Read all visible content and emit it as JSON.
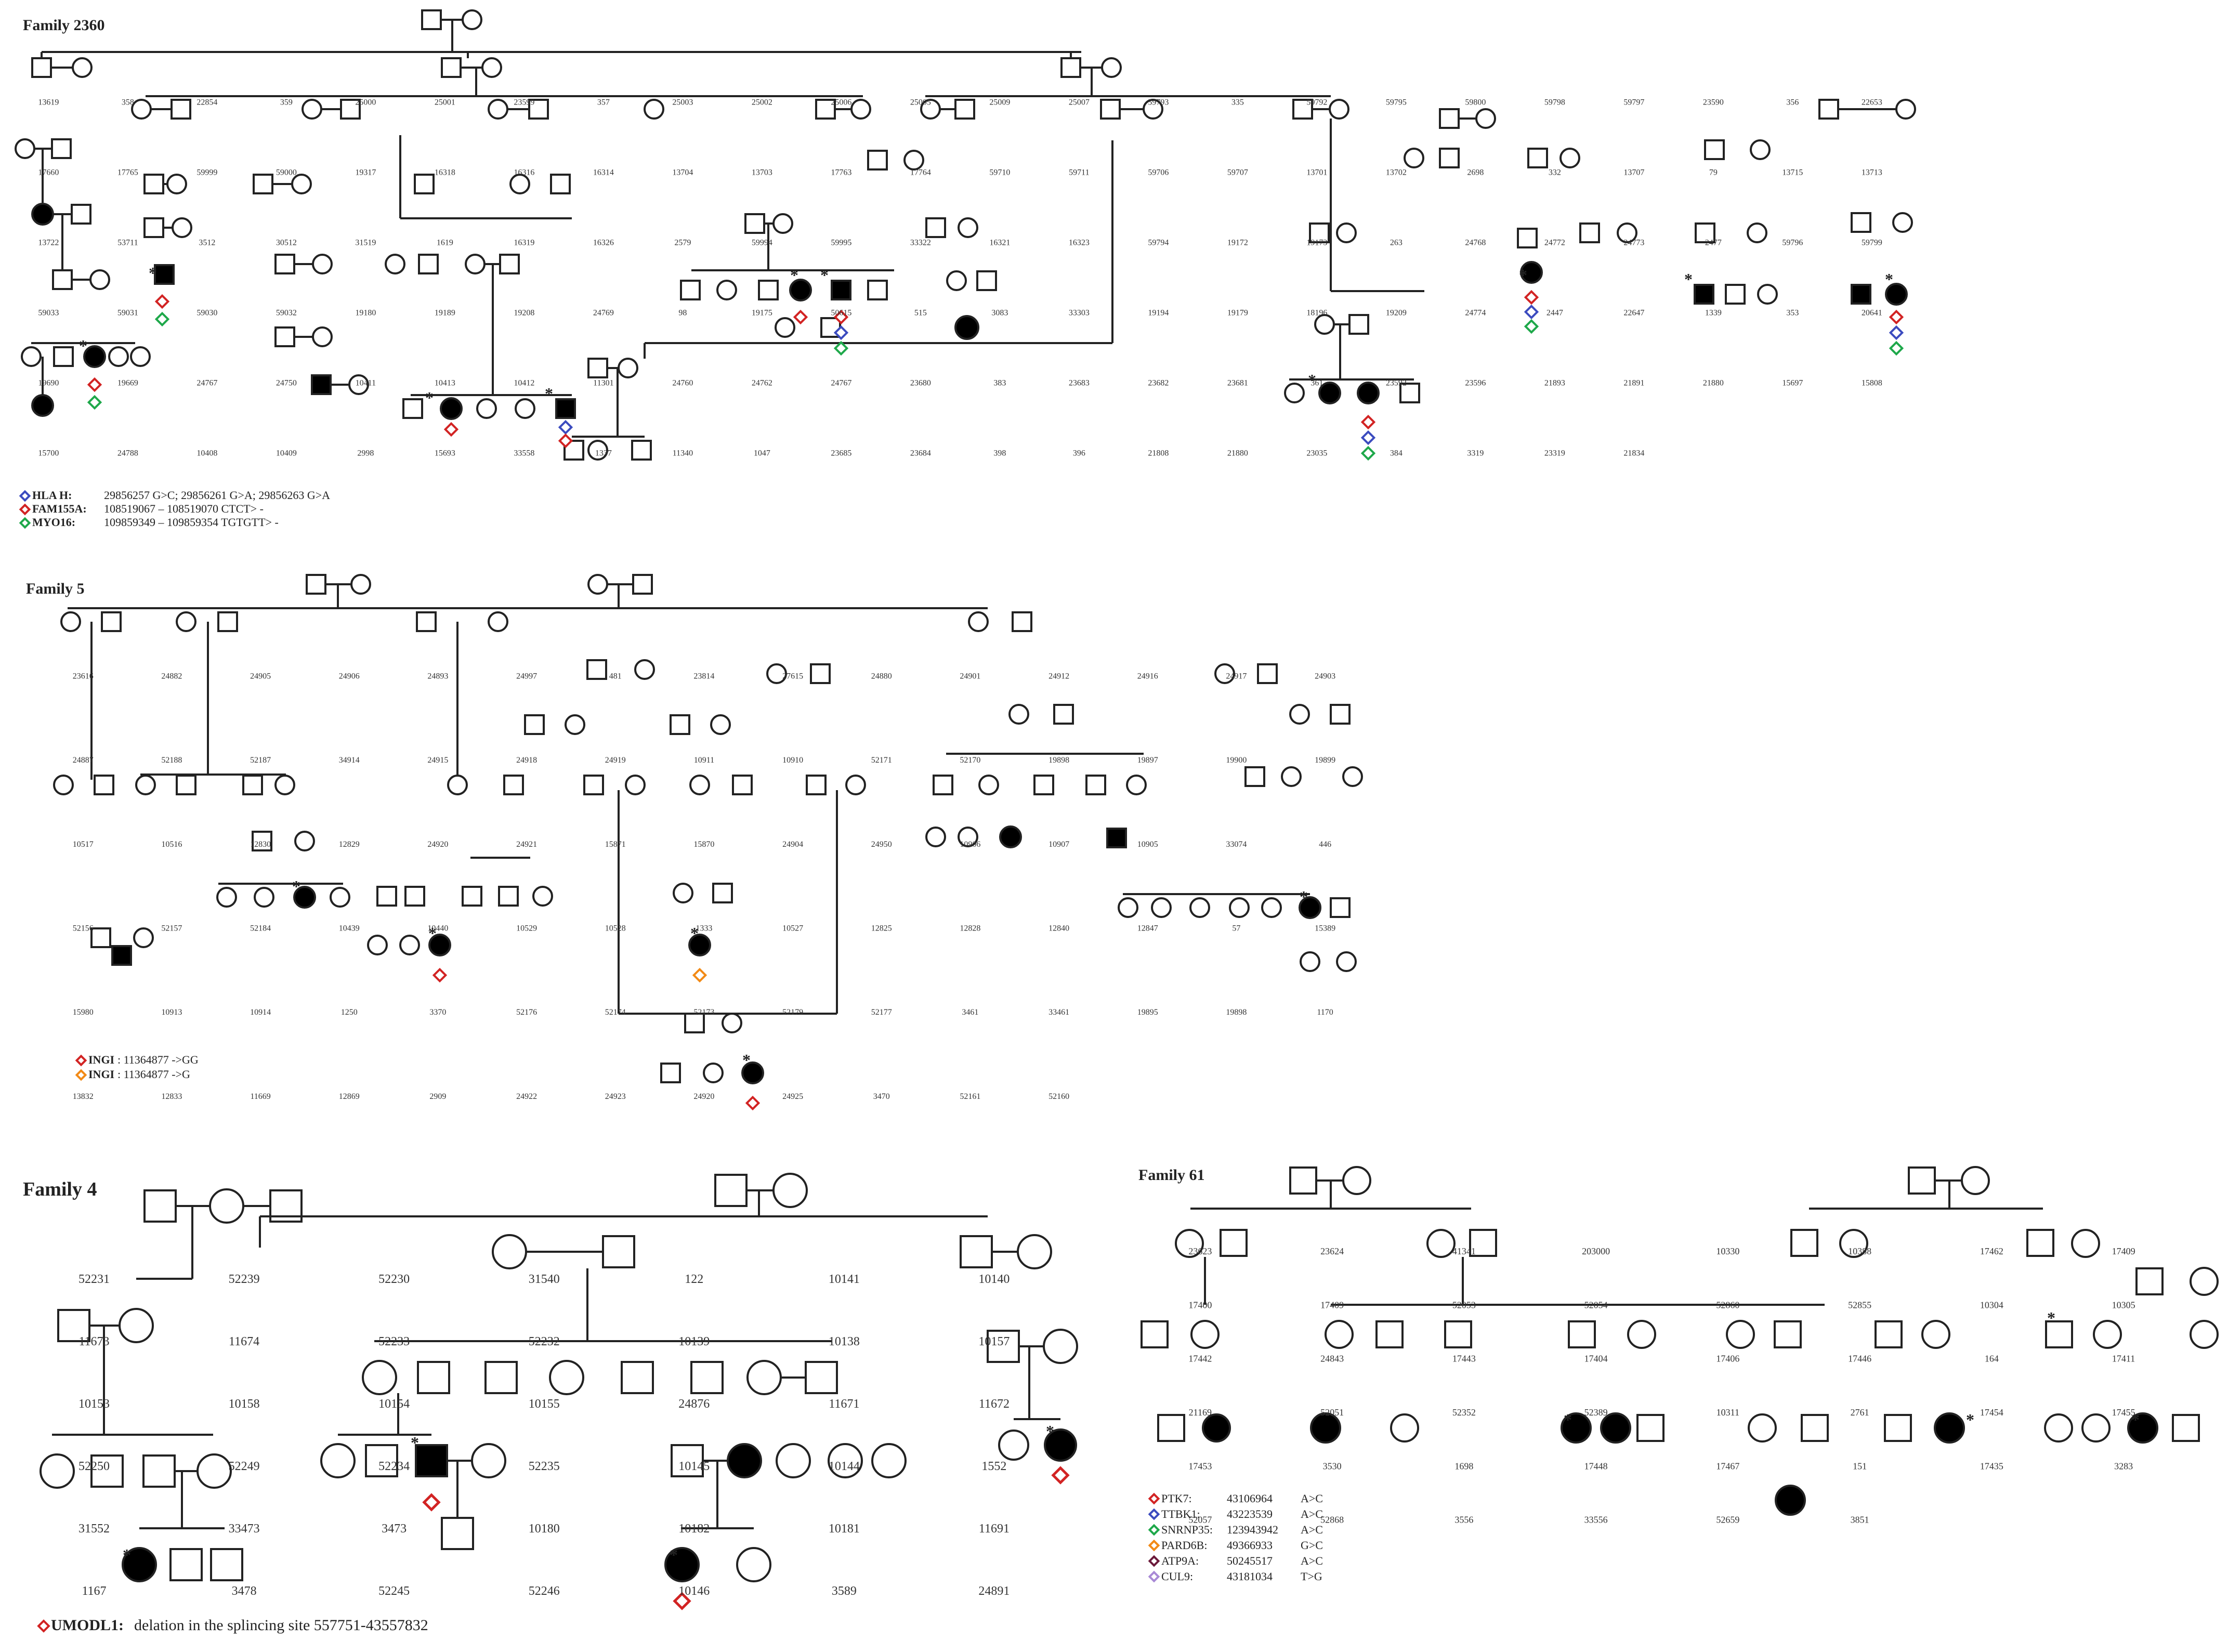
{
  "panels": [
    {
      "title": "Family 2360",
      "visible_ids": [
        "13619",
        "358",
        "22854",
        "359",
        "25000",
        "25001",
        "23599",
        "357",
        "25003",
        "25002",
        "25006",
        "25005",
        "25009",
        "25007",
        "59793",
        "335",
        "59792",
        "59795",
        "59800",
        "59798",
        "59797",
        "23590",
        "356",
        "22653",
        "17660",
        "17765",
        "59999",
        "59000",
        "19317",
        "16318",
        "16316",
        "16314",
        "13704",
        "13703",
        "17763",
        "17764",
        "59710",
        "59711",
        "59706",
        "59707",
        "13701",
        "13702",
        "2698",
        "332",
        "13707",
        "79",
        "13715",
        "13713",
        "13722",
        "53711",
        "3512",
        "30512",
        "31519",
        "1619",
        "16319",
        "16326",
        "2579",
        "59994",
        "59995",
        "33322",
        "16321",
        "16323",
        "59794",
        "19172",
        "19173",
        "263",
        "24768",
        "24772",
        "24773",
        "2477",
        "59796",
        "59799",
        "59033",
        "59031",
        "59030",
        "59032",
        "19180",
        "19189",
        "19208",
        "24769",
        "98",
        "19175",
        "50615",
        "515",
        "3083",
        "33303",
        "19194",
        "19179",
        "18196",
        "19209",
        "24774",
        "2447",
        "22647",
        "1339",
        "353",
        "20641",
        "19690",
        "19669",
        "24767",
        "24750",
        "10411",
        "10413",
        "10412",
        "11301",
        "24760",
        "24762",
        "24767",
        "23680",
        "383",
        "23683",
        "23682",
        "23681",
        "361",
        "23592",
        "23596",
        "21893",
        "21891",
        "21880",
        "15697",
        "15808",
        "15700",
        "24788",
        "10408",
        "10409",
        "2998",
        "15693",
        "33558",
        "1337",
        "11340",
        "1047",
        "23685",
        "23684",
        "398",
        "396",
        "21808",
        "21880",
        "23035",
        "384",
        "3319",
        "23319",
        "21834"
      ],
      "legend": [
        {
          "gene": "HLA H:",
          "variant": "29856257 G>C; 29856261 G>A; 29856263 G>A",
          "color": "#3b4bbf"
        },
        {
          "gene": "FAM155A:",
          "variant": "108519067 – 108519070 CTCT> -",
          "color": "#d22323"
        },
        {
          "gene": "MYO16:",
          "variant": "109859349 – 109859354 TGTGTT> -",
          "color": "#1ea84a"
        }
      ]
    },
    {
      "title": "Family 5",
      "visible_ids": [
        "23616",
        "24882",
        "24905",
        "24906",
        "24893",
        "24997",
        "481",
        "23814",
        "27615",
        "24880",
        "24901",
        "24912",
        "24916",
        "24917",
        "24903",
        "24887",
        "52188",
        "52187",
        "34914",
        "24915",
        "24918",
        "24919",
        "10911",
        "10910",
        "52171",
        "52170",
        "19898",
        "19897",
        "19900",
        "19899",
        "10517",
        "10516",
        "12830",
        "12829",
        "24920",
        "24921",
        "15871",
        "15870",
        "24904",
        "24950",
        "10906",
        "10907",
        "10905",
        "33074",
        "446",
        "52156",
        "52157",
        "52184",
        "10439",
        "10440",
        "10529",
        "10528",
        "1333",
        "10527",
        "12825",
        "12828",
        "12840",
        "12847",
        "57",
        "15389",
        "15980",
        "10913",
        "10914",
        "1250",
        "3370",
        "52176",
        "52174",
        "52173",
        "52179",
        "52177",
        "3461",
        "33461",
        "19895",
        "19898",
        "1170",
        "13832",
        "12833",
        "11669",
        "12869",
        "2909",
        "24922",
        "24923",
        "24920",
        "24925",
        "3470",
        "52161",
        "52160"
      ],
      "legend": [
        {
          "gene": "INGI",
          "variant": ": 11364877 ->GG",
          "color": "#d22323"
        },
        {
          "gene": "INGI",
          "variant": ": 11364877 ->G",
          "color": "#f28a16"
        }
      ]
    },
    {
      "title": "Family 4",
      "visible_ids": [
        "52231",
        "52239",
        "52230",
        "31540",
        "122",
        "10141",
        "10140",
        "11673",
        "11674",
        "52233",
        "52232",
        "10139",
        "10138",
        "10157",
        "10153",
        "10158",
        "10154",
        "10155",
        "24876",
        "11671",
        "11672",
        "52250",
        "52249",
        "52234",
        "52235",
        "10145",
        "10144",
        "1552",
        "31552",
        "33473",
        "3473",
        "10180",
        "10182",
        "10181",
        "11691",
        "1167",
        "3478",
        "52245",
        "52246",
        "10146",
        "3589",
        "24891"
      ],
      "legend": [
        {
          "gene": "UMODL1:",
          "variant": "delation in the splincing site 557751-43557832",
          "color": "#d22323"
        }
      ]
    },
    {
      "title": "Family 61",
      "visible_ids": [
        "23623",
        "23624",
        "41341",
        "203000",
        "10330",
        "10388",
        "17462",
        "17409",
        "17400",
        "17409",
        "52053",
        "52054",
        "52860",
        "52855",
        "10304",
        "10305",
        "17442",
        "24843",
        "17443",
        "17404",
        "17406",
        "17446",
        "164",
        "17411",
        "21169",
        "52051",
        "52352",
        "52389",
        "10311",
        "2761",
        "17454",
        "17455",
        "17453",
        "3530",
        "1698",
        "17448",
        "17467",
        "151",
        "17435",
        "3283",
        "52057",
        "52868",
        "3556",
        "33556",
        "52659",
        "3851"
      ],
      "legend": [
        {
          "gene": "PTK7:",
          "pos": "43106964",
          "change": "A>C",
          "color": "#d22323"
        },
        {
          "gene": "TTBK1:",
          "pos": "43223539",
          "change": "A>C",
          "color": "#3b4bbf"
        },
        {
          "gene": "SNRNP35:",
          "pos": "123943942",
          "change": "A>C",
          "color": "#1ea84a"
        },
        {
          "gene": "PARD6B:",
          "pos": "49366933",
          "change": "G>C",
          "color": "#f28a16"
        },
        {
          "gene": "ATP9A:",
          "pos": "50245517",
          "change": "A>C",
          "color": "#6b1a3a"
        },
        {
          "gene": "CUL9:",
          "pos": "43181034",
          "change": "T>G",
          "color": "#a889d6"
        }
      ]
    }
  ]
}
